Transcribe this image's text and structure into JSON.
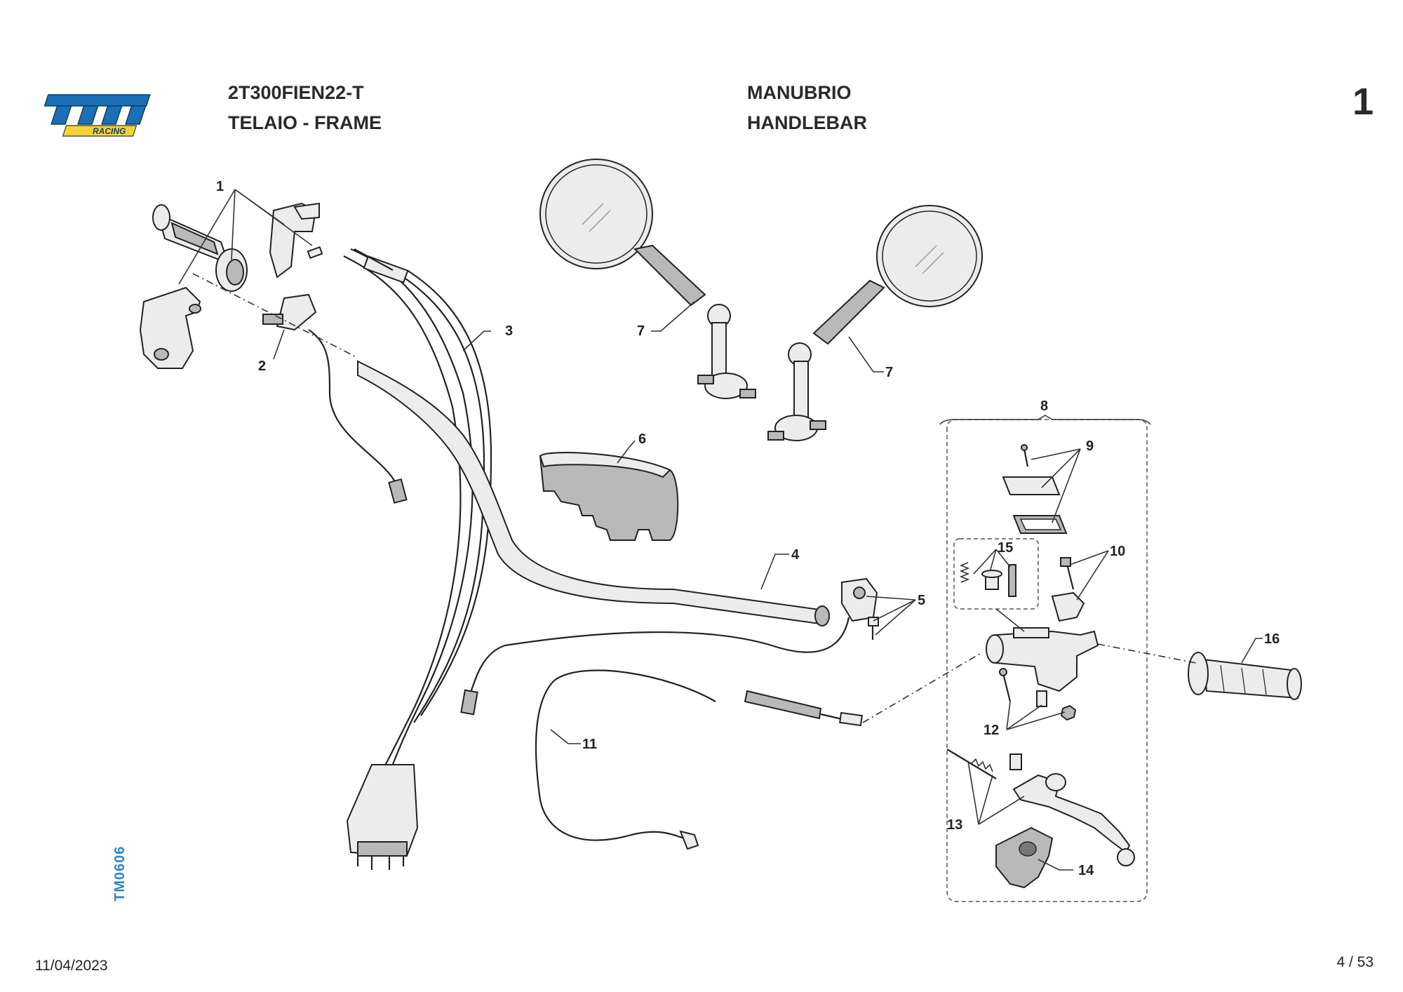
{
  "header": {
    "model_code": "2T300FIEN22-T",
    "section_name": "TELAIO - FRAME",
    "title_it": "MANUBRIO",
    "title_en": "HANDLEBAR",
    "page_number": "1"
  },
  "logo": {
    "brand": "tm",
    "sub": "RACING",
    "color_primary": "#1a6fb5",
    "color_accent": "#f2d43a"
  },
  "footer": {
    "date": "11/04/2023",
    "pager": "4 / 53",
    "doc_code": "TM0606"
  },
  "callouts": {
    "c1": "1",
    "c2": "2",
    "c3": "3",
    "c4": "4",
    "c5": "5",
    "c6": "6",
    "c7a": "7",
    "c7b": "7",
    "c8": "8",
    "c9": "9",
    "c10": "10",
    "c11": "11",
    "c12": "12",
    "c13": "13",
    "c14": "14",
    "c15": "15",
    "c16": "16"
  }
}
